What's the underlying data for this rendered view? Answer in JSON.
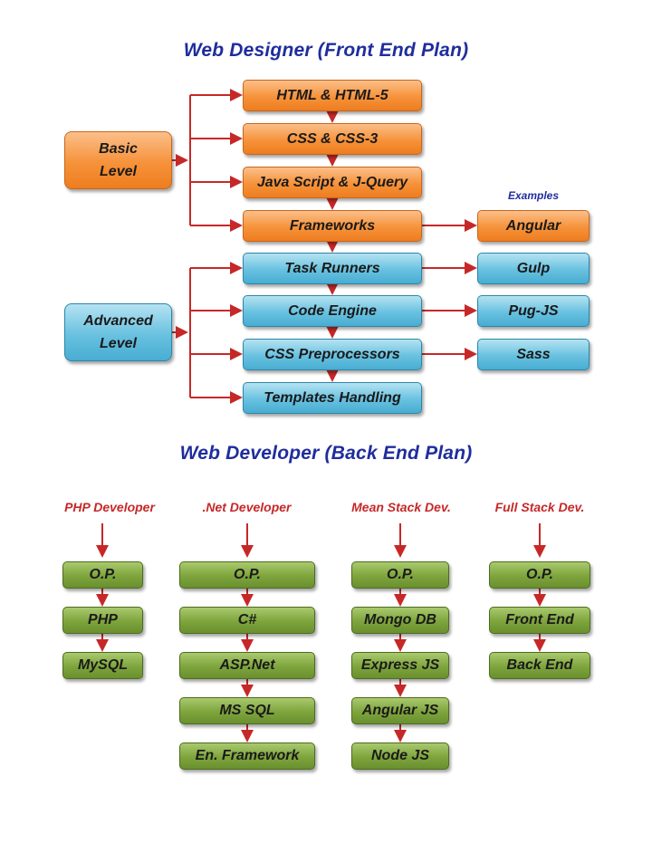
{
  "frontend": {
    "title": "Web Designer (Front End Plan)",
    "basic_level": "Basic\nLevel",
    "advanced_level": "Advanced\nLevel",
    "examples_label": "Examples",
    "basic_items": [
      "HTML & HTML-5",
      "CSS & CSS-3",
      "Java Script & J-Query",
      "Frameworks"
    ],
    "advanced_items": [
      "Task Runners",
      "Code Engine",
      "CSS Preprocessors",
      "Templates Handling"
    ],
    "examples": [
      "Angular",
      "Gulp",
      "Pug-JS",
      "Sass"
    ]
  },
  "backend": {
    "title": "Web Developer (Back End Plan)",
    "tracks": [
      {
        "label": "PHP Developer",
        "steps": [
          "O.P.",
          "PHP",
          "MySQL"
        ]
      },
      {
        "label": ".Net Developer",
        "steps": [
          "O.P.",
          "C#",
          "ASP.Net",
          "MS SQL",
          "En. Framework"
        ]
      },
      {
        "label": "Mean Stack Dev.",
        "steps": [
          "O.P.",
          "Mongo DB",
          "Express JS",
          "Angular JS",
          "Node JS"
        ]
      },
      {
        "label": "Full Stack Dev.",
        "steps": [
          "O.P.",
          "Front End",
          "Back End"
        ]
      }
    ]
  },
  "colors": {
    "title": "#1f2d9c",
    "arrow": "#c62828",
    "orange": "#f6923a",
    "blue": "#5ab8db",
    "green": "#7ea43c",
    "track_label": "#c62828"
  }
}
